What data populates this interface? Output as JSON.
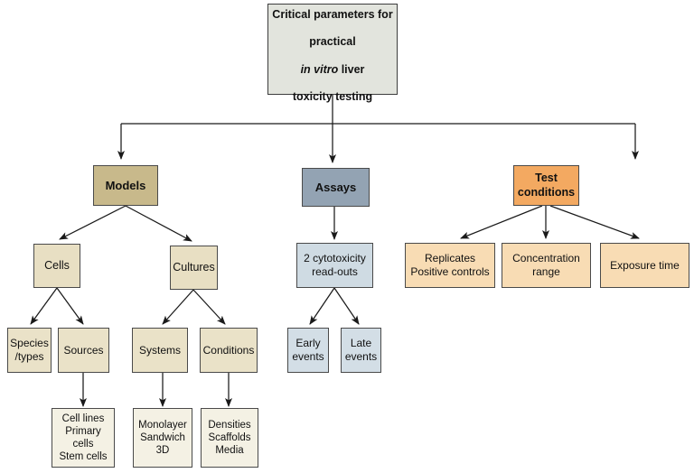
{
  "diagram": {
    "title_box": {
      "line1": "Critical parameters for",
      "line2": "practical",
      "line3_italic": "in vitro",
      "line3_rest": " liver",
      "line4": "toxicity testing"
    },
    "level1": [
      {
        "id": "models",
        "label": "Models",
        "color": "#c8b98b"
      },
      {
        "id": "assays",
        "label": "Assays",
        "color": "#93a3b3"
      },
      {
        "id": "test-conditions",
        "label": "Test\nconditions",
        "color": "#f3a961"
      }
    ],
    "level2": [
      {
        "id": "cells",
        "label": "Cells",
        "color": "#e8dfc3",
        "parent": "models"
      },
      {
        "id": "cultures",
        "label": "Cultures",
        "color": "#e8dfc3",
        "parent": "models"
      },
      {
        "id": "readouts",
        "label": "2 cytotoxicity\nread-outs",
        "color": "#cfdbe3",
        "parent": "assays"
      },
      {
        "id": "replicates",
        "label": "Replicates\nPositive controls",
        "color": "#f8dcb4",
        "parent": "test-conditions"
      },
      {
        "id": "concentration",
        "label": "Concentration\nrange",
        "color": "#f8dcb4",
        "parent": "test-conditions"
      },
      {
        "id": "exposure",
        "label": "Exposure time",
        "color": "#f8dcb4",
        "parent": "test-conditions"
      }
    ],
    "level3": [
      {
        "id": "species",
        "label": "Species\n/types",
        "color": "#eae2c8",
        "parent": "cells"
      },
      {
        "id": "sources",
        "label": "Sources",
        "color": "#eae2c8",
        "parent": "cells"
      },
      {
        "id": "systems",
        "label": "Systems",
        "color": "#eae2c8",
        "parent": "cultures"
      },
      {
        "id": "conditions",
        "label": "Conditions",
        "color": "#eae2c8",
        "parent": "cultures"
      },
      {
        "id": "early",
        "label": "Early\nevents",
        "color": "#d3dee6",
        "parent": "readouts"
      },
      {
        "id": "late",
        "label": "Late\nevents",
        "color": "#d3dee6",
        "parent": "readouts"
      }
    ],
    "level4": [
      {
        "id": "sources-detail",
        "label": "Cell lines\nPrimary cells\nStem cells",
        "color": "#f4f1e4",
        "parent": "sources"
      },
      {
        "id": "systems-detail",
        "label": "Monolayer\nSandwich\n3D",
        "color": "#f4f1e4",
        "parent": "systems"
      },
      {
        "id": "conditions-detail",
        "label": "Densities\nScaffolds\nMedia",
        "color": "#f4f1e4",
        "parent": "conditions"
      }
    ],
    "colors": {
      "stroke": "#1a1a1a",
      "box_border": "#4a4a4a",
      "background": "#ffffff"
    }
  }
}
